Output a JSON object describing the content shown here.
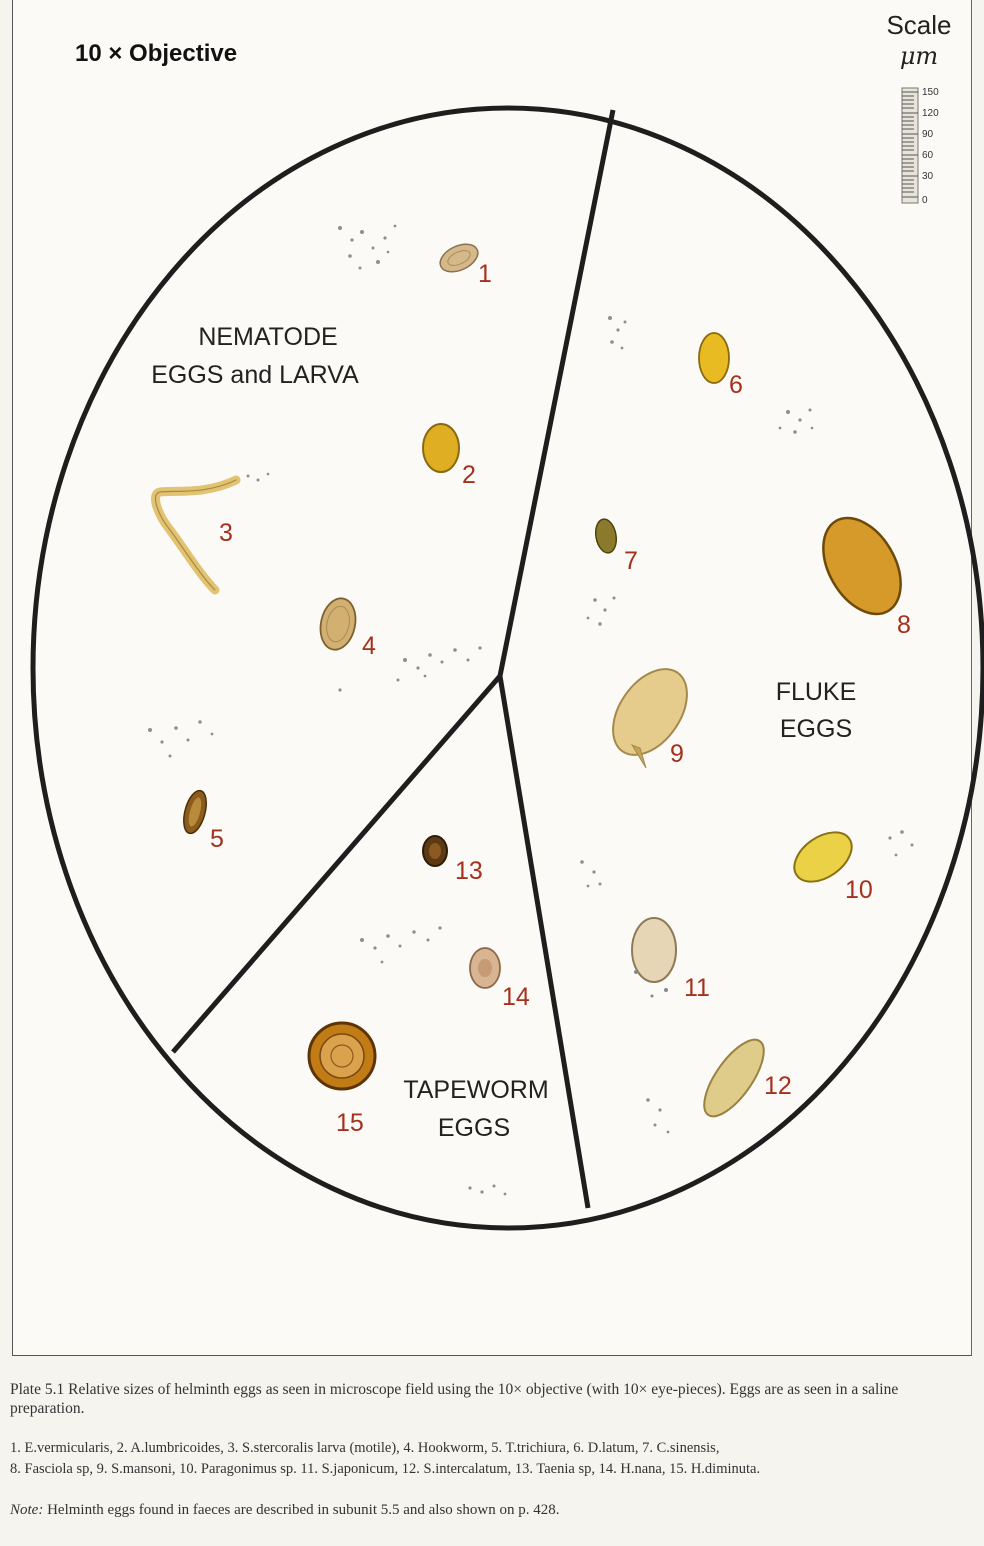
{
  "header": {
    "objective": "10 × Objective",
    "scale_title": "Scale",
    "scale_unit": "μm",
    "scale_ticks": [
      "150",
      "120",
      "90",
      "60",
      "30",
      "0"
    ]
  },
  "regions": {
    "nematode": [
      "NEMATODE",
      "EGGS and LARVA"
    ],
    "fluke": [
      "FLUKE",
      "EGGS"
    ],
    "tapeworm": [
      "TAPEWORM",
      "EGGS"
    ]
  },
  "specimens": [
    {
      "number": "1",
      "fill": "#d6b989"
    },
    {
      "number": "2",
      "fill": "#dfae22"
    },
    {
      "number": "3",
      "fill": "#e2c372"
    },
    {
      "number": "4",
      "fill": "#d2b071"
    },
    {
      "number": "5",
      "fill": "#8c5c1c"
    },
    {
      "number": "6",
      "fill": "#e8bb22"
    },
    {
      "number": "7",
      "fill": "#8c7a2c"
    },
    {
      "number": "8",
      "fill": "#d59a2a"
    },
    {
      "number": "9",
      "fill": "#e5cc8c"
    },
    {
      "number": "10",
      "fill": "#ead146"
    },
    {
      "number": "11",
      "fill": "#e6d6b6"
    },
    {
      "number": "12",
      "fill": "#dfcc8a"
    },
    {
      "number": "13",
      "fill": "#5e3a14"
    },
    {
      "number": "14",
      "fill": "#d8b493"
    },
    {
      "number": "15",
      "fill": "#c27c16"
    }
  ],
  "caption": {
    "main": "Plate 5.1   Relative sizes of helminth eggs as seen in microscope field using the 10× objective (with 10× eye-pieces). Eggs are as seen in a saline preparation.",
    "list_line1": "1. E.vermicularis,  2. A.lumbricoides,  3. S.stercoralis larva (motile),  4. Hookworm,  5. T.trichiura,  6. D.latum,  7. C.sinensis,",
    "list_line2": "8. Fasciola sp,  9. S.mansoni,  10. Paragonimus sp.  11. S.japonicum,  12. S.intercalatum,  13. Taenia sp,  14. H.nana,  15. H.diminuta.",
    "note_label": "Note:",
    "note_text": " Helminth eggs found in faeces are described in subunit 5.5 and also shown on p. 428."
  }
}
